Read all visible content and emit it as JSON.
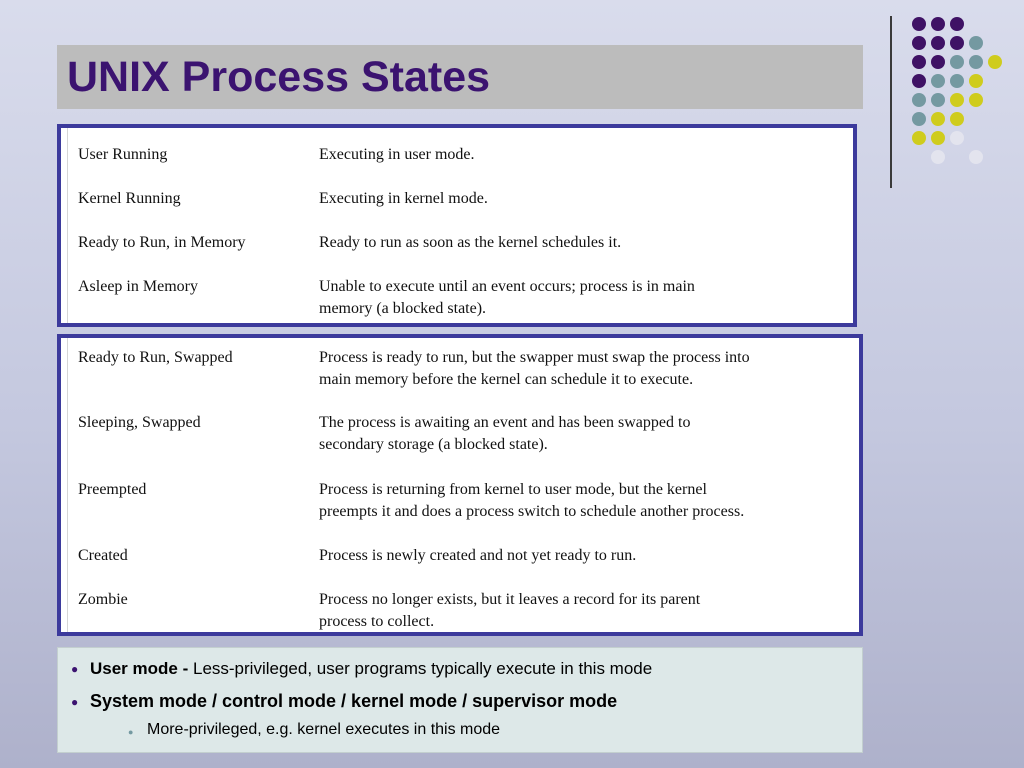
{
  "title": "UNIX Process States",
  "colors": {
    "title_text": "#3b1370",
    "panel_border": "#3c3a9c",
    "dot_purple": "#3f1265",
    "dot_teal": "#7499a1",
    "dot_yellow": "#cfcc1d",
    "dot_white": "#e3e4ee"
  },
  "table1": [
    {
      "state": "User Running",
      "desc": [
        "Executing in user mode."
      ]
    },
    {
      "state": "Kernel Running",
      "desc": [
        "Executing in kernel mode."
      ]
    },
    {
      "state": "Ready to Run, in Memory",
      "desc": [
        "Ready to run as soon as the kernel schedules it."
      ]
    },
    {
      "state": "Asleep in Memory",
      "desc": [
        "Unable to execute until an event occurs; process is in main",
        "memory (a blocked state)."
      ]
    }
  ],
  "table2": [
    {
      "state": "Ready to Run, Swapped",
      "desc": [
        "Process is ready to run, but the swapper must swap the process into",
        "main memory before the kernel can schedule it to execute."
      ]
    },
    {
      "state": "Sleeping, Swapped",
      "desc": [
        "The process is awaiting an event and has been swapped to",
        "secondary storage (a blocked state)."
      ]
    },
    {
      "state": "Preempted",
      "desc": [
        "Process is returning from kernel to user mode, but the kernel",
        "preempts it and does a process switch to schedule another process."
      ]
    },
    {
      "state": "Created",
      "desc": [
        "Process is newly created and not yet ready to run."
      ]
    },
    {
      "state": "Zombie",
      "desc": [
        "Process no longer exists, but it leaves a record for its parent",
        "process to collect."
      ]
    }
  ],
  "notes": {
    "user_mode_label": "User mode",
    "user_mode_sep": " - ",
    "user_mode_text": "Less-privileged, user programs typically execute in this mode",
    "system_mode": "System mode / control mode / kernel mode / supervisor mode",
    "sub_bullet": "More-privileged, e.g. kernel executes in this mode"
  }
}
